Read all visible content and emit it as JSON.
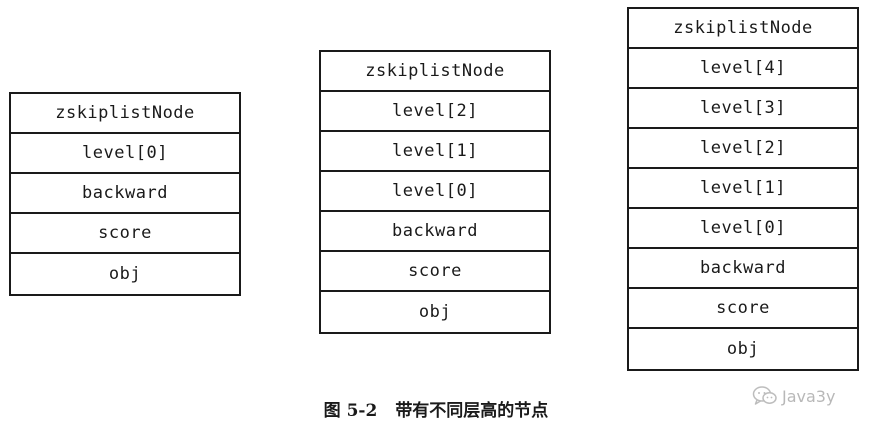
{
  "nodes": [
    {
      "cells": [
        "zskiplistNode",
        "level[0]",
        "backward",
        "score",
        "obj"
      ]
    },
    {
      "cells": [
        "zskiplistNode",
        "level[2]",
        "level[1]",
        "level[0]",
        "backward",
        "score",
        "obj"
      ]
    },
    {
      "cells": [
        "zskiplistNode",
        "level[4]",
        "level[3]",
        "level[2]",
        "level[1]",
        "level[0]",
        "backward",
        "score",
        "obj"
      ]
    }
  ],
  "caption": {
    "figure_number": "图 5-2",
    "title": "带有不同层高的节点"
  },
  "watermark": {
    "text": "Java3y",
    "icon": "wechat-icon"
  }
}
